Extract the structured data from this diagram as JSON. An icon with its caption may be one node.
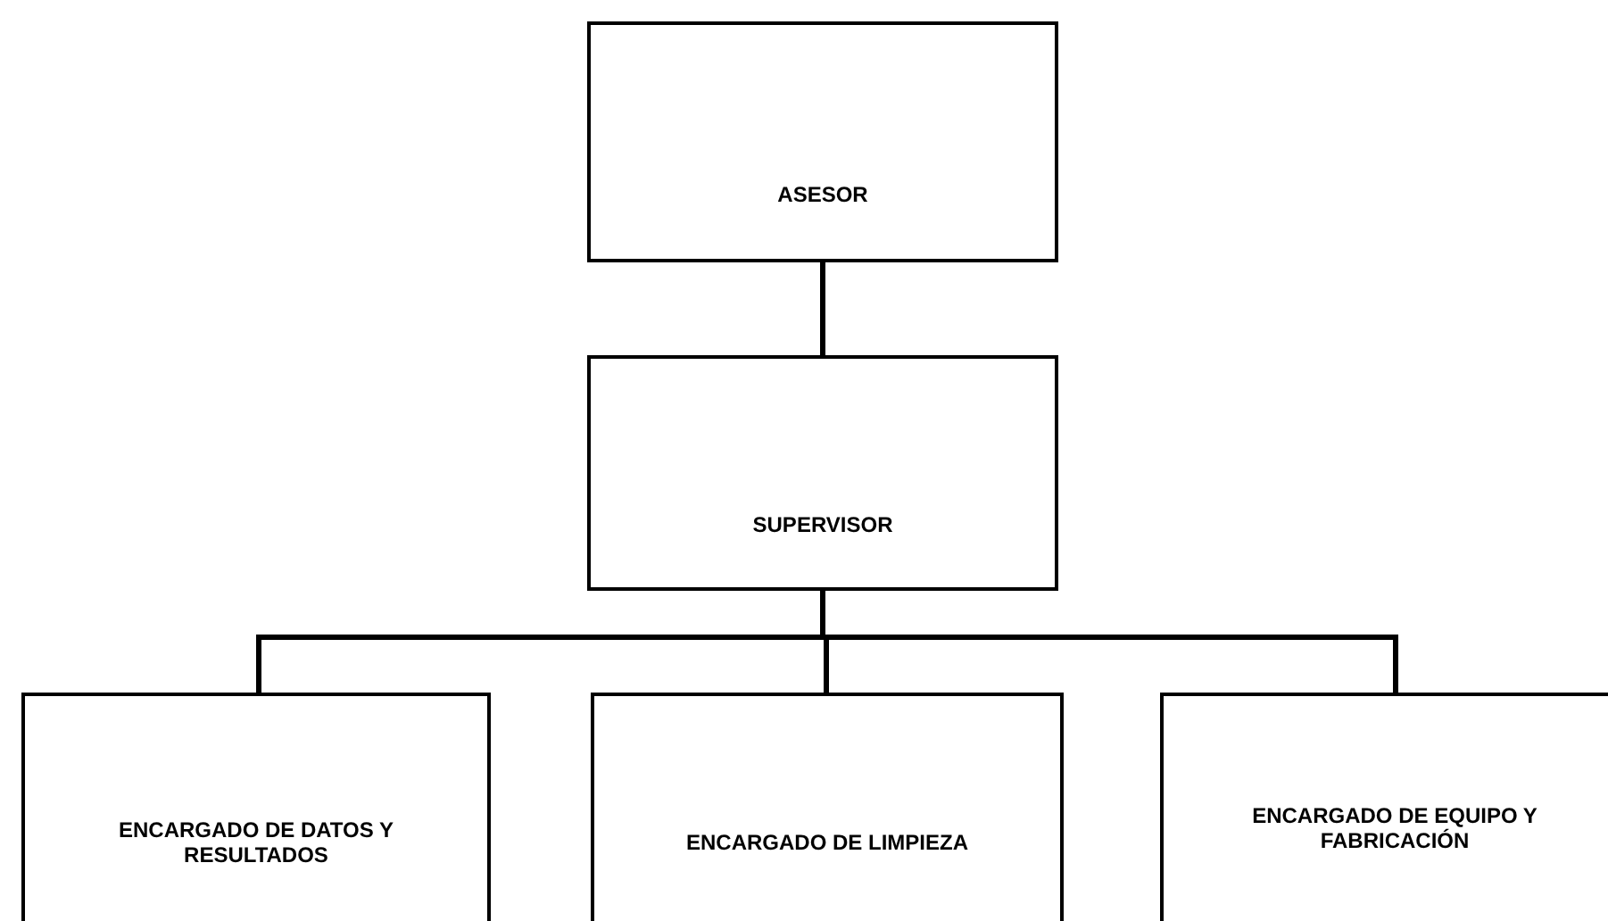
{
  "diagram": {
    "nodes": [
      {
        "text": [
          "ASESOR"
        ]
      },
      {
        "text": [
          "SUPERVISOR"
        ]
      },
      {
        "text": [
          "ENCARGADO DE DATOS Y RESULTADOS"
        ]
      },
      {
        "text": [
          "ENCARGADO DE LIMPIEZA"
        ]
      },
      {
        "text": [
          "ENCARGADO DE EQUIPO Y FABRICACIÓN"
        ]
      }
    ],
    "edges": [
      {
        "from": 0,
        "to": 1,
        "arrow": "none"
      },
      {
        "from": 1,
        "to": 2,
        "arrow": "none"
      },
      {
        "from": 1,
        "to": 3,
        "arrow": "none"
      },
      {
        "from": 1,
        "to": 4,
        "arrow": "none"
      }
    ]
  }
}
